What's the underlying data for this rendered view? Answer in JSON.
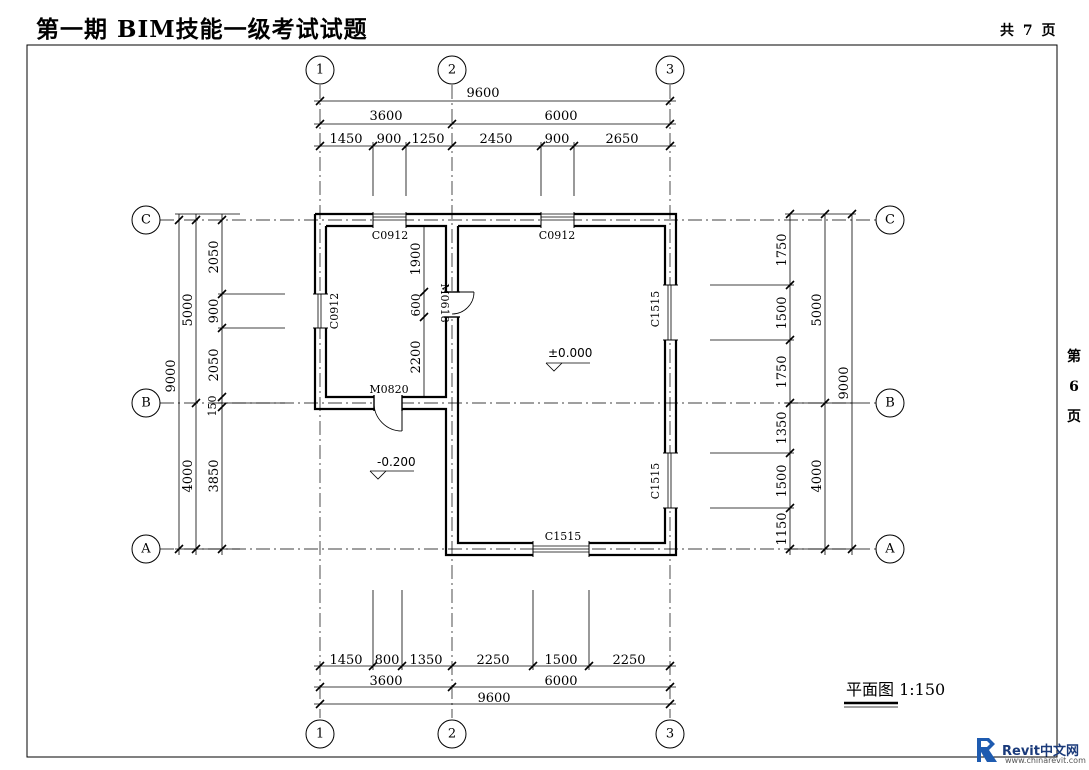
{
  "sheet": {
    "title": "第一期 BIM技能一级考试试题",
    "page_total": "共 7 页",
    "side_page": [
      "第",
      "6",
      "页"
    ]
  },
  "grid": {
    "x_labels": [
      "1",
      "2",
      "3"
    ],
    "y_labels": [
      "C",
      "B",
      "A"
    ]
  },
  "dims": {
    "top_total": "9600",
    "top_mid": [
      "3600",
      "6000"
    ],
    "top_detail": [
      "1450",
      "900",
      "1250",
      "2450",
      "900",
      "2650"
    ],
    "bottom_detail": [
      "1450",
      "800",
      "1350",
      "2250",
      "1500",
      "2250"
    ],
    "bottom_mid": [
      "3600",
      "6000"
    ],
    "bottom_total": "9600",
    "left_total": "9000",
    "left_mid": [
      "5000",
      "4000"
    ],
    "left_detail": [
      "2050",
      "900",
      "2050",
      "150",
      "3850"
    ],
    "right_total": "9000",
    "right_mid": [
      "5000",
      "4000"
    ],
    "right_detail": [
      "1750",
      "1500",
      "1750",
      "1350",
      "1500",
      "1150"
    ]
  },
  "labels": {
    "win_top_left": "C0912",
    "win_top_right": "C0912",
    "win_left": "C0912",
    "win_right_upper": "C1515",
    "win_right_lower": "C1515",
    "win_bottom": "C1515",
    "door_inner": "M0618",
    "door_entry": "M0820",
    "dim_inner_1900": "1900",
    "dim_inner_600": "600",
    "dim_inner_2200": "2200",
    "level_main": "±0.000",
    "level_outside": "-0.200"
  },
  "caption": "平面图  1:150",
  "logo": {
    "main": "Revit中文网",
    "sub": "www.chinarevit.com"
  }
}
